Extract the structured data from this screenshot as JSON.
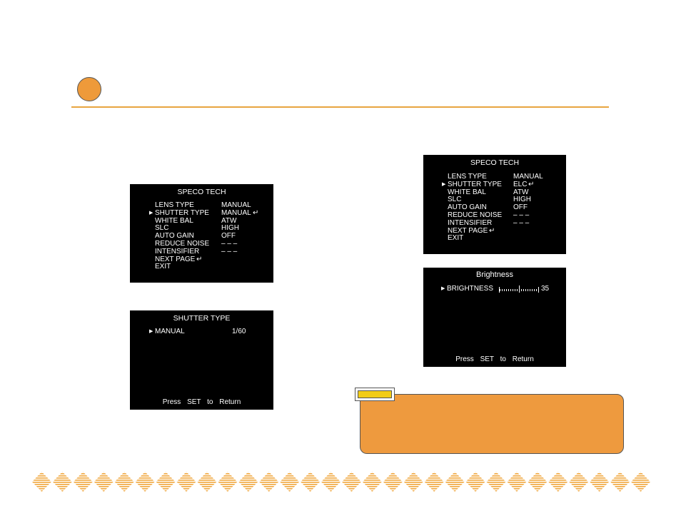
{
  "colors": {
    "accent": "#ee9a3a",
    "rule": "#e8a540",
    "note_fill": "#ee9a3e",
    "note_tab": "#f2cc17",
    "osd_bg": "#000000"
  },
  "screen1": {
    "title": "SPECO TECH",
    "rows": [
      {
        "label": "LENS TYPE",
        "value": "MANUAL",
        "selected": false
      },
      {
        "label": "SHUTTER TYPE",
        "value": "MANUAL",
        "selected": true,
        "enter": true
      },
      {
        "label": "WHITE  BAL",
        "value": "ATW",
        "selected": false
      },
      {
        "label": "SLC",
        "value": "HIGH",
        "selected": false
      },
      {
        "label": "AUTO  GAIN",
        "value": "OFF",
        "selected": false
      },
      {
        "label": "REDUCE NOISE",
        "value": "– – –",
        "selected": false
      },
      {
        "label": "INTENSIFIER",
        "value": "– – –",
        "selected": false
      },
      {
        "label": "NEXT  PAGE",
        "value": "",
        "selected": false,
        "enter": true
      },
      {
        "label": "EXIT",
        "value": "",
        "selected": false
      }
    ]
  },
  "screen2": {
    "title": "SHUTTER  TYPE",
    "row": {
      "label": "MANUAL",
      "value": "1/60"
    },
    "footer": "Press  SET  to  Return"
  },
  "screen3": {
    "title": "SPECO TECH",
    "rows": [
      {
        "label": "LENS TYPE",
        "value": "MANUAL",
        "selected": false
      },
      {
        "label": "SHUTTER TYPE",
        "value": "ELC",
        "selected": true,
        "enter": true
      },
      {
        "label": "WHITE  BAL",
        "value": "ATW",
        "selected": false
      },
      {
        "label": "SLC",
        "value": "HIGH",
        "selected": false
      },
      {
        "label": "AUTO  GAIN",
        "value": "OFF",
        "selected": false
      },
      {
        "label": "REDUCE NOISE",
        "value": "– – –",
        "selected": false
      },
      {
        "label": "INTENSIFIER",
        "value": "– – –",
        "selected": false
      },
      {
        "label": "NEXT  PAGE",
        "value": "",
        "selected": false,
        "enter": true
      },
      {
        "label": "EXIT",
        "value": "",
        "selected": false
      }
    ]
  },
  "screen4": {
    "title": "Brightness",
    "row": {
      "label": "BRIGHTNESS",
      "value": "35",
      "level": 0.5
    },
    "footer": "Press   SET   to   Return"
  },
  "icons": {
    "pointer": "triangle-right-icon",
    "enter": "enter-return-icon"
  }
}
